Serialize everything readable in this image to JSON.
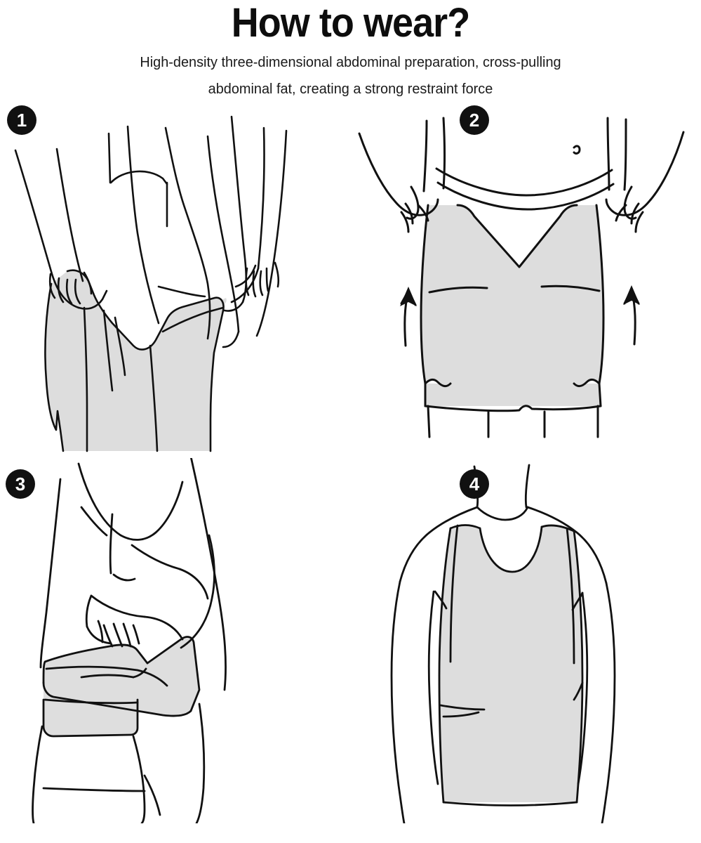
{
  "header": {
    "title": "How to wear?",
    "subtitle_line_1": "High-density three-dimensional abdominal preparation, cross-pulling",
    "subtitle_line_2": "abdominal fat, creating a strong restraint force"
  },
  "colors": {
    "background": "#ffffff",
    "ink": "#111111",
    "garment_fill": "#dddddd",
    "garment_fill_light": "#e3e3e3",
    "skin_fill": "#ffffff",
    "badge_background": "#111111",
    "badge_text": "#ffffff"
  },
  "steps": [
    {
      "number": "1",
      "illustration_name": "hands-gripping-garment-hem-at-waist",
      "description": "Two hands grip the hem of the grey shaping vest at the waist and pull it up over the torso."
    },
    {
      "number": "2",
      "illustration_name": "torso-pulling-vest-up-with-arrows",
      "description": "Front view of torso; both hands pull the grey vest upward, two curved arrows point up on each side."
    },
    {
      "number": "3",
      "illustration_name": "side-view-adjusting-abdominal-band",
      "description": "Side view of the torso; one hand tucks and smooths the grey abdominal band around the waist."
    },
    {
      "number": "4",
      "illustration_name": "finished-wearing-grey-vest",
      "description": "Finished result: man wearing the grey sleeveless shaping vest."
    }
  ]
}
